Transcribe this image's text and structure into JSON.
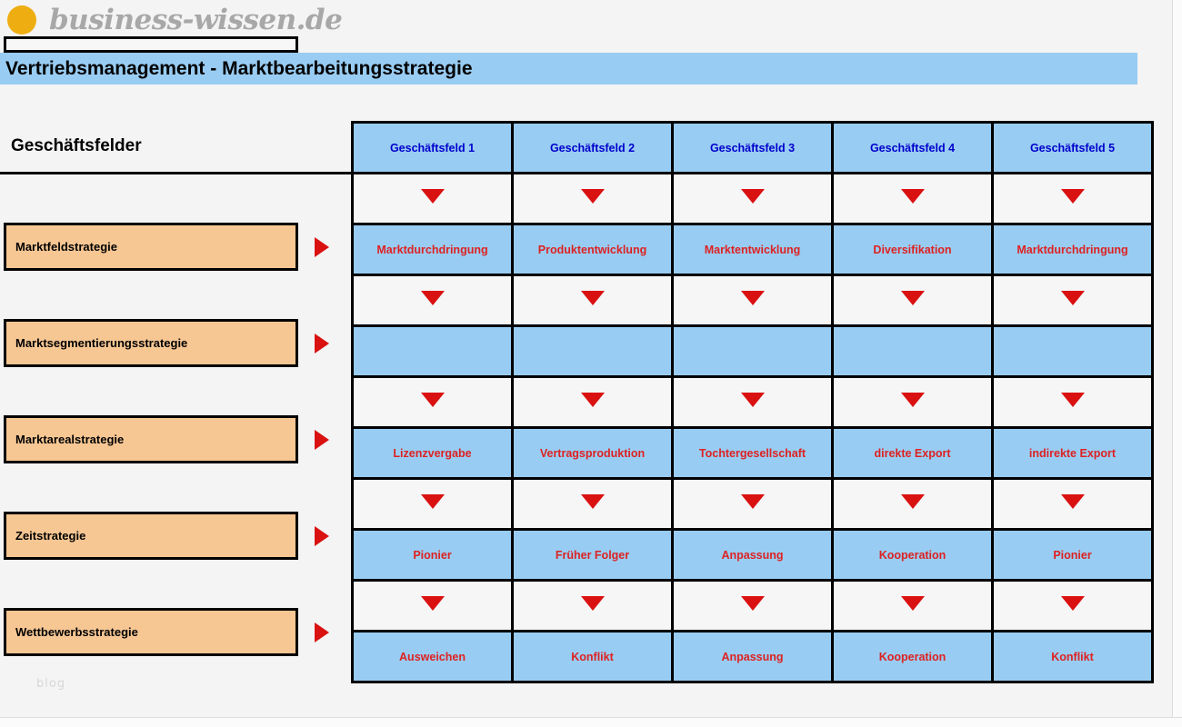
{
  "brand": {
    "logo_icon": "circle-logo-icon",
    "name": "business-wissen.de"
  },
  "title": {
    "text": "Vertriebsmanagement - Marktbearbeitungsstrategie"
  },
  "left_panel": {
    "heading": "Geschäftsfelder",
    "arrow_icon": "right-triangle-icon",
    "rows": [
      {
        "label": "Marktfeldstrategie"
      },
      {
        "label": "Marktsegmentierungsstrategie"
      },
      {
        "label": "Marktarealstrategie"
      },
      {
        "label": "Zeitstrategie"
      },
      {
        "label": "Wettbewerbsstrategie"
      }
    ]
  },
  "matrix": {
    "down_arrow_icon": "down-triangle-icon",
    "columns": [
      "Geschäftsfeld 1",
      "Geschäftsfeld 2",
      "Geschäftsfeld 3",
      "Geschäftsfeld 4",
      "Geschäftsfeld 5"
    ],
    "rows": [
      {
        "strategy": "Marktfeldstrategie",
        "values": [
          "Marktdurchdringung",
          "Produktentwicklung",
          "Marktentwicklung",
          "Diversifikation",
          "Marktdurchdringung"
        ]
      },
      {
        "strategy": "Marktsegmentierungsstrategie",
        "values": [
          "",
          "",
          "",
          "",
          ""
        ]
      },
      {
        "strategy": "Marktarealstrategie",
        "values": [
          "Lizenzvergabe",
          "Vertragsproduktion",
          "Tochtergesellschaft",
          "direkte Export",
          "indirekte Export"
        ]
      },
      {
        "strategy": "Zeitstrategie",
        "values": [
          "Pionier",
          "Früher Folger",
          "Anpassung",
          "Kooperation",
          "Pionier"
        ]
      },
      {
        "strategy": "Wettbewerbsstrategie",
        "values": [
          "Ausweichen",
          "Konflikt",
          "Anpassung",
          "Kooperation",
          "Konflikt"
        ]
      }
    ]
  },
  "watermark": {
    "text": "blog"
  },
  "colors": {
    "banner_blue": "#99ccf2",
    "cell_blue": "#99ccf2",
    "label_orange": "#f6c693",
    "arrow_red": "#da1111",
    "header_text_blue": "#0000cc",
    "value_text_red": "#dd2222",
    "logo_gold": "#eeae12",
    "page_bg": "#f4f4f4"
  }
}
